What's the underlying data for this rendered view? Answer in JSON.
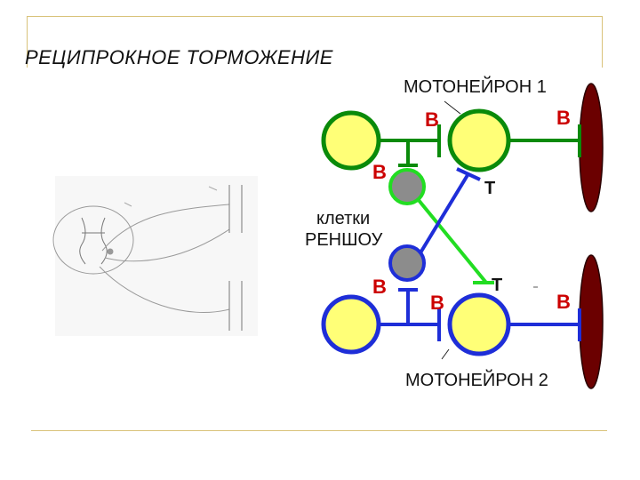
{
  "title": "РЕЦИПРОКНОЕ ТОРМОЖЕНИЕ",
  "labels": {
    "motoneuron_1": "МОТОНЕЙРОН 1",
    "motoneuron_2": "МОТОНЕЙРОН 2",
    "renshaw_line1": "клетки",
    "renshaw_line2": "РЕНШОУ",
    "excite": "В",
    "inhibit": "Т"
  },
  "colors": {
    "green_path": "#0a8a0a",
    "blue_path": "#1e2ed8",
    "light_green": "#22dd22",
    "neuron_fill": "#ffff77",
    "renshaw_fill": "#8c8c8c",
    "muscle_fill": "#6b0000",
    "label_red": "#cc0000",
    "frame_gold": "#d9c27a"
  }
}
